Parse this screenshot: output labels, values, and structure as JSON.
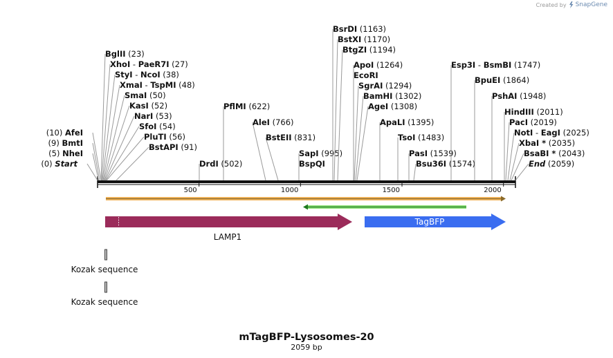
{
  "credit": {
    "text": "Created by",
    "brand": "SnapGene",
    "icon": "snapgene-logo-icon"
  },
  "sequence": {
    "name": "mTagBFP-Lysosomes-20",
    "length_label": "2059 bp",
    "length": 2059
  },
  "ticks": [
    500,
    1000,
    1500,
    2000
  ],
  "colors": {
    "lamp1": "#9b2b5a",
    "tagbfp": "#3a6df0",
    "orf_outer": "#f2b45a",
    "orf_inner": "#8a6a2a",
    "orf2_outer": "#8fe07a",
    "orf2_inner": "#1f7a1f",
    "kozak": "#bbbbbb"
  },
  "left_sites": [
    {
      "name": "Start",
      "pos": "(0)",
      "italic": true
    },
    {
      "name": "NheI",
      "pos": "(5)"
    },
    {
      "name": "BmtI",
      "pos": "(9)"
    },
    {
      "name": "AfeI",
      "pos": "(10)"
    }
  ],
  "right_sites": [
    {
      "name": "BglII",
      "pos": "(23)"
    },
    {
      "name": "XhoI",
      "name2": "PaeR7I",
      "pos": "(27)"
    },
    {
      "name": "StyI",
      "name2": "NcoI",
      "pos": "(38)"
    },
    {
      "name": "XmaI",
      "name2": "TspMI",
      "pos": "(48)"
    },
    {
      "name": "SmaI",
      "pos": "(50)"
    },
    {
      "name": "KasI",
      "pos": "(52)"
    },
    {
      "name": "NarI",
      "pos": "(53)"
    },
    {
      "name": "SfoI",
      "pos": "(54)"
    },
    {
      "name": "PluTI",
      "pos": "(56)"
    },
    {
      "name": "BstAPI",
      "pos": "(91)"
    },
    {
      "name": "DrdI",
      "pos": "(502)"
    },
    {
      "name": "PflMI",
      "pos": "(622)"
    },
    {
      "name": "AleI",
      "pos": "(766)"
    },
    {
      "name": "BstEII",
      "pos": "(831)"
    },
    {
      "name": "SapI",
      "pos": "(995)"
    },
    {
      "name": "BspQI",
      "pos": ""
    },
    {
      "name": "BsrDI",
      "pos": "(1163)"
    },
    {
      "name": "BstXI",
      "pos": "(1170)"
    },
    {
      "name": "BtgZI",
      "pos": "(1194)"
    },
    {
      "name": "ApoI",
      "pos": "(1264)"
    },
    {
      "name": "EcoRI",
      "pos": ""
    },
    {
      "name": "SgrAI",
      "pos": "(1294)"
    },
    {
      "name": "BamHI",
      "pos": "(1302)"
    },
    {
      "name": "AgeI",
      "pos": "(1308)"
    },
    {
      "name": "ApaLI",
      "pos": "(1395)"
    },
    {
      "name": "TsoI",
      "pos": "(1483)"
    },
    {
      "name": "PasI",
      "pos": "(1539)"
    },
    {
      "name": "Bsu36I",
      "pos": "(1574)"
    },
    {
      "name": "Esp3I",
      "name2": "BsmBI",
      "pos": "(1747)"
    },
    {
      "name": "BpuEI",
      "pos": "(1864)"
    },
    {
      "name": "PshAI",
      "pos": "(1948)"
    },
    {
      "name": "HindIII",
      "pos": "(2011)"
    },
    {
      "name": "PacI",
      "pos": "(2019)"
    },
    {
      "name": "NotI",
      "name2": "EagI",
      "pos": "(2025)"
    },
    {
      "name": "XbaI *",
      "pos": "(2035)"
    },
    {
      "name": "BsaBI *",
      "pos": "(2043)"
    },
    {
      "name": "End",
      "pos": "(2059)",
      "italic": true
    }
  ],
  "features": [
    {
      "name": "LAMP1",
      "start": 1,
      "end": 1227,
      "label_inside": false
    },
    {
      "name": "TagBFP",
      "start": 1290,
      "end": 2059,
      "label_inside": true
    }
  ],
  "kozak": [
    {
      "name": "Kozak sequence"
    },
    {
      "name": "Kozak sequence"
    }
  ]
}
